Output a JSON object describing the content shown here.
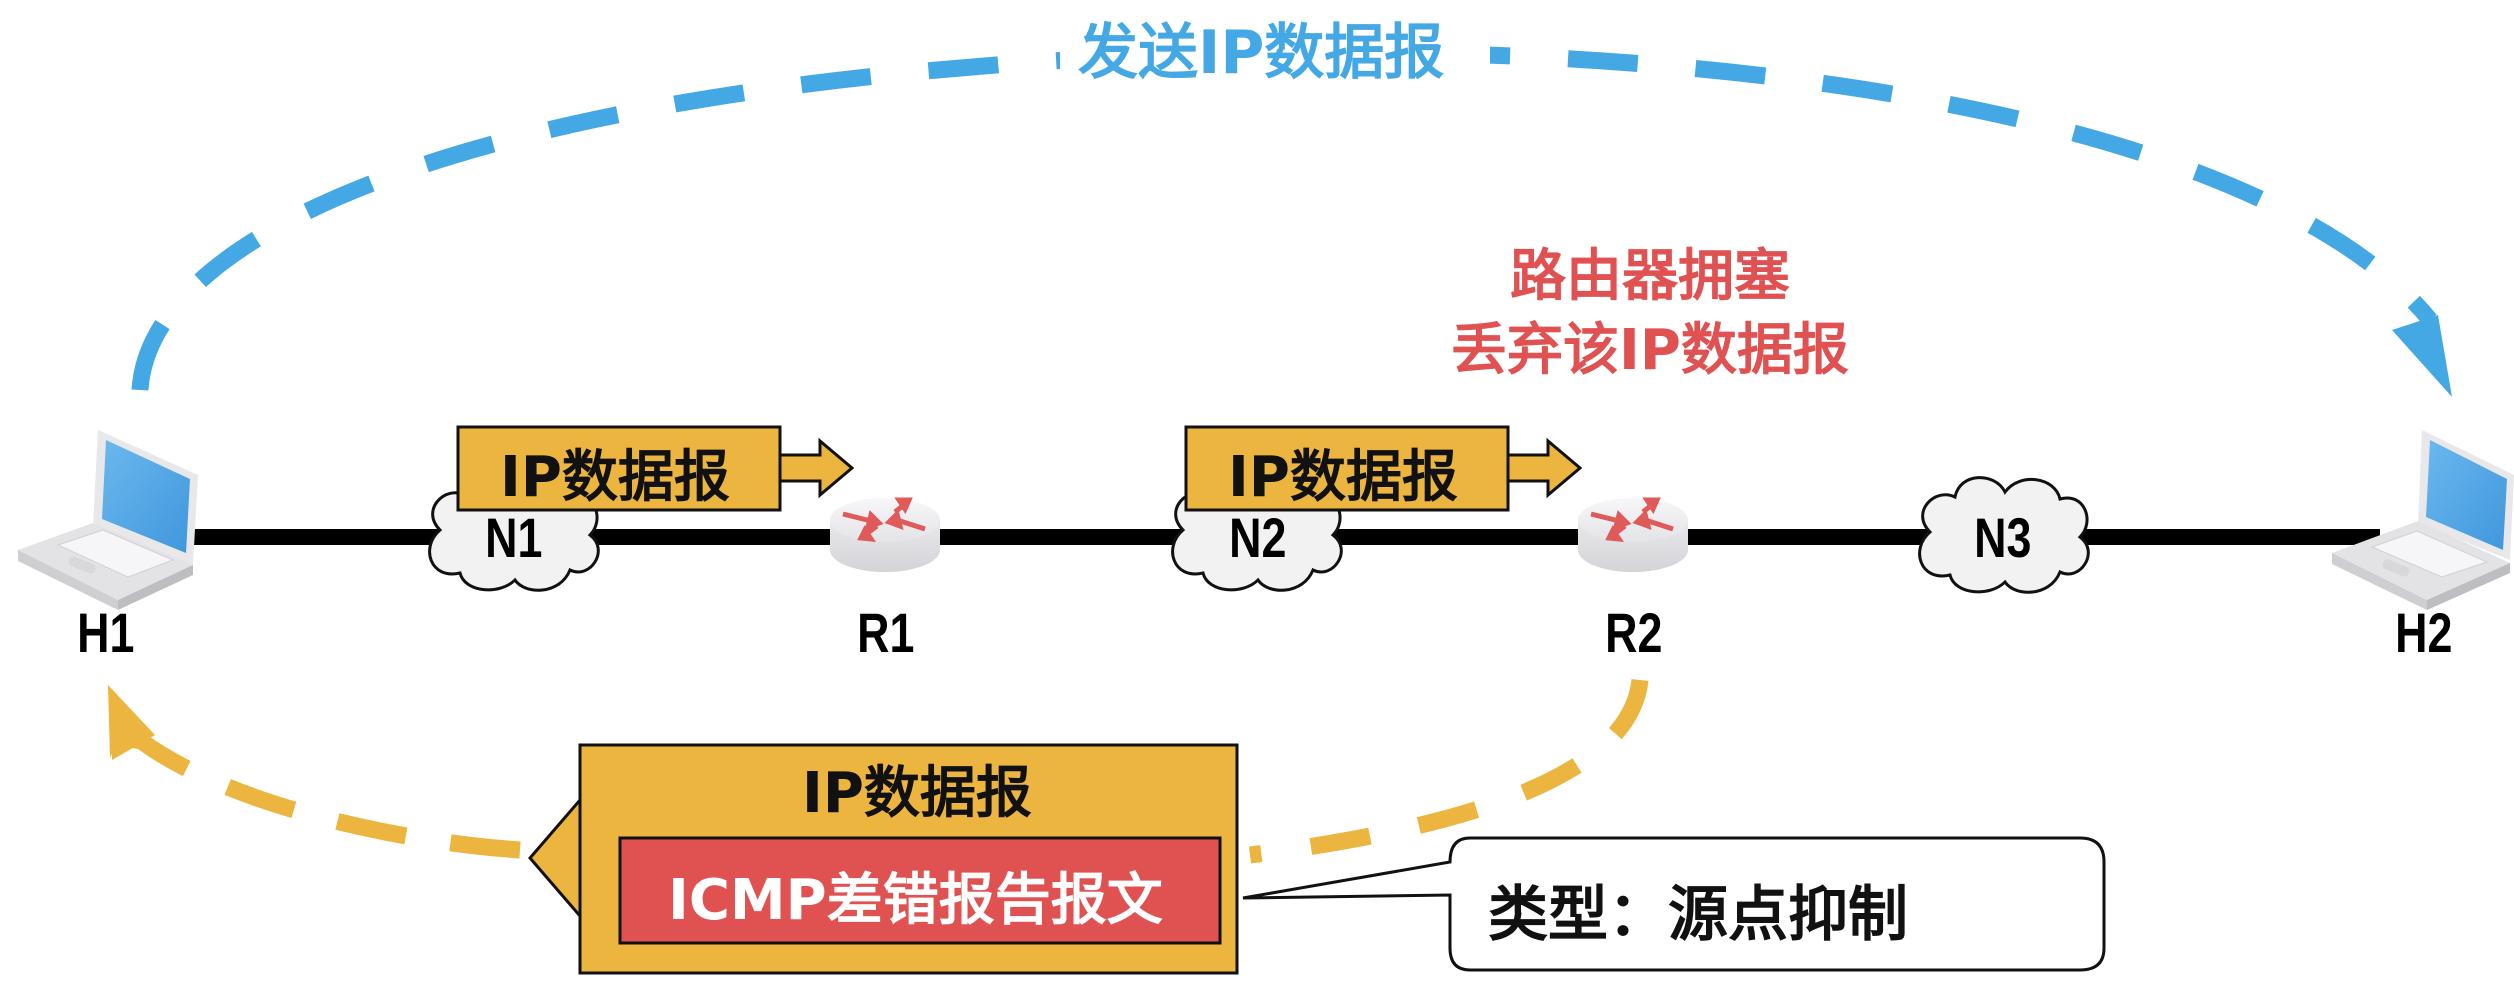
{
  "diagram": {
    "top_arrow_label": "发送IP数据报",
    "congestion_note": {
      "line1": "路由器拥塞",
      "line2": "丢弃该IP数据报"
    },
    "nodes": {
      "hosts": [
        {
          "id": "H1",
          "label": "H1"
        },
        {
          "id": "H2",
          "label": "H2"
        }
      ],
      "routers": [
        {
          "id": "R1",
          "label": "R1"
        },
        {
          "id": "R2",
          "label": "R2"
        }
      ],
      "networks": [
        {
          "id": "N1",
          "label": "N1"
        },
        {
          "id": "N2",
          "label": "N2"
        },
        {
          "id": "N3",
          "label": "N3"
        }
      ]
    },
    "packets": [
      {
        "label": "IP数据报",
        "direction": "right",
        "segment": "N1→R1"
      },
      {
        "label": "IP数据报",
        "direction": "right",
        "segment": "N2→R2"
      }
    ],
    "return_packet": {
      "outer_label": "IP数据报",
      "inner_label": "ICMP差错报告报文",
      "direction": "left"
    },
    "callout": {
      "text": "类型：源点抑制"
    },
    "colors": {
      "send_path": "#44a8e4",
      "return_path": "#ebb53f",
      "packet_fill": "#ebb53f",
      "icmp_fill": "#e05252",
      "congestion_text": "#e05252",
      "link": "#000000"
    }
  }
}
